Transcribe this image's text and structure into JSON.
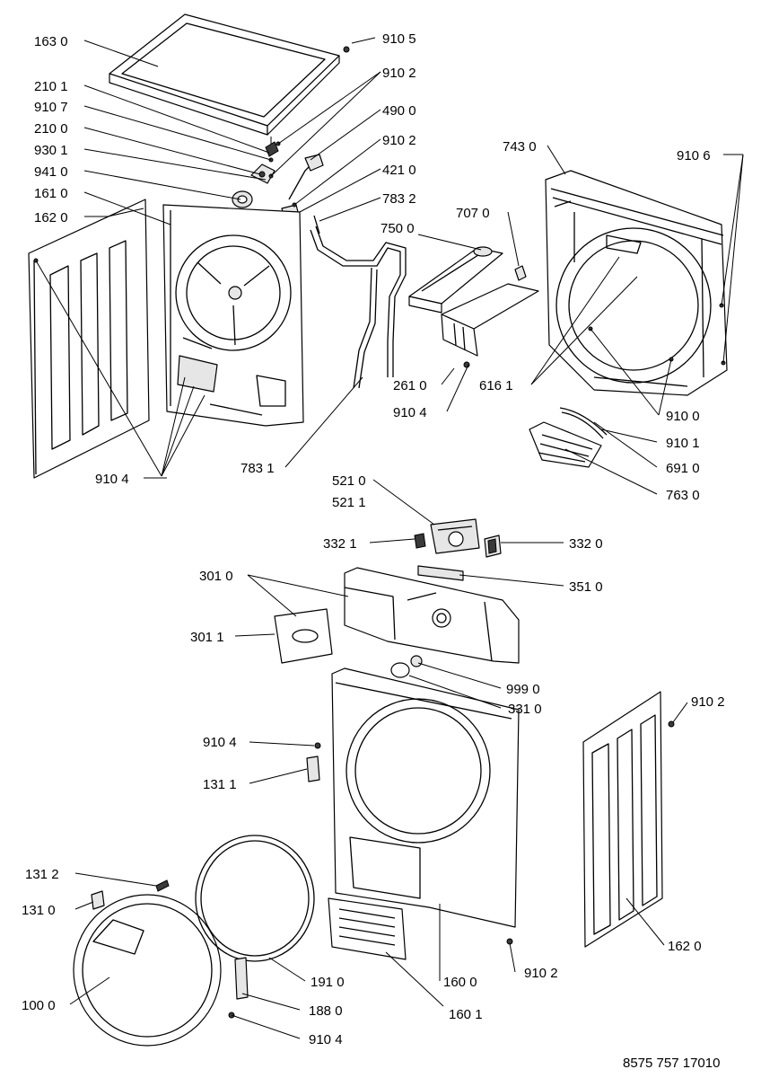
{
  "document_id": "8575 757 17010",
  "labels": {
    "l_163_0": "163 0",
    "l_210_1": "210 1",
    "l_910_7": "910 7",
    "l_210_0": "210 0",
    "l_930_1": "930 1",
    "l_941_0": "941 0",
    "l_161_0": "161 0",
    "l_162_0_left": "162 0",
    "l_910_5": "910 5",
    "l_910_2_a": "910 2",
    "l_490_0": "490 0",
    "l_910_2_b": "910 2",
    "l_421_0": "421 0",
    "l_783_2": "783 2",
    "l_743_0": "743 0",
    "l_910_6": "910 6",
    "l_707_0": "707 0",
    "l_750_0": "750 0",
    "l_261_0": "261 0",
    "l_910_4_mid": "910 4",
    "l_616_1": "616 1",
    "l_910_0": "910 0",
    "l_910_1": "910 1",
    "l_691_0": "691 0",
    "l_763_0": "763 0",
    "l_910_4_left": "910 4",
    "l_783_1": "783 1",
    "l_521_0": "521 0",
    "l_521_1": "521 1",
    "l_332_1": "332 1",
    "l_332_0": "332 0",
    "l_351_0": "351 0",
    "l_301_0": "301 0",
    "l_301_1": "301 1",
    "l_999_0": "999 0",
    "l_331_0": "331 0",
    "l_910_2_right": "910 2",
    "l_910_4_lower": "910 4",
    "l_131_1": "131 1",
    "l_131_2": "131 2",
    "l_131_0": "131 0",
    "l_100_0": "100 0",
    "l_191_0": "191 0",
    "l_188_0": "188 0",
    "l_910_4_bottom": "910 4",
    "l_160_1": "160 1",
    "l_160_0": "160 0",
    "l_910_2_bottom": "910 2",
    "l_162_0_right": "162 0"
  }
}
